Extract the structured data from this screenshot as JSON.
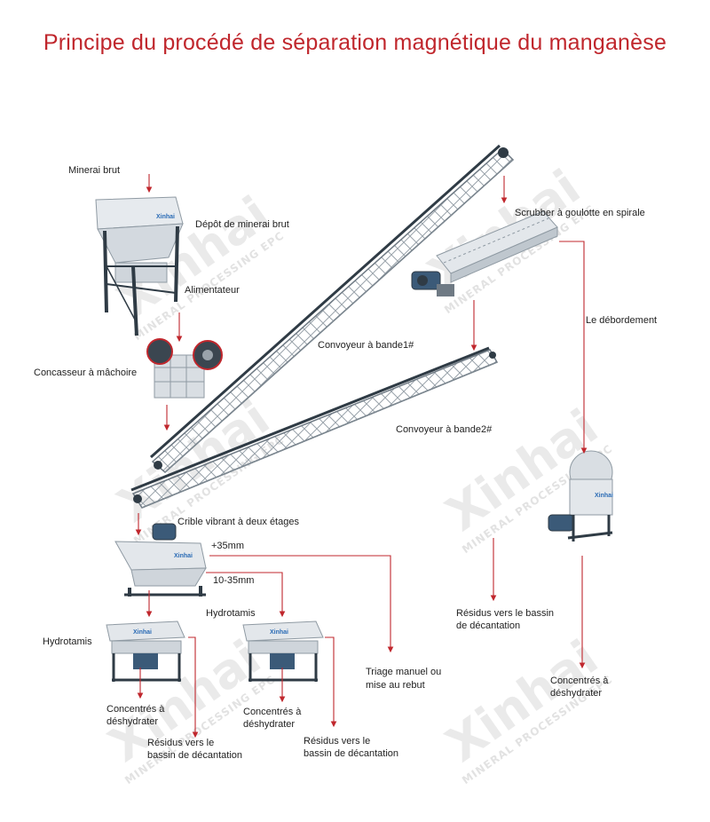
{
  "title": "Principe du procédé de séparation magnétique du manganèse",
  "brand": "Xinhai",
  "watermark": {
    "main": "Xinhai",
    "sub": "MINERAL PROCESSING EPC"
  },
  "colors": {
    "accent": "#c0272d",
    "text": "#222222",
    "brand": "#2a6bb5"
  },
  "labels": {
    "minerai_brut": "Minerai brut",
    "depot": "Dépôt de minerai brut",
    "alimentateur": "Alimentateur",
    "concasseur": "Concasseur à mâchoire",
    "convoyeur1": "Convoyeur à bande1#",
    "scrubber": "Scrubber à goulotte en spirale",
    "debordement": "Le débordement",
    "convoyeur2": "Convoyeur à bande2#",
    "crible": "Crible vibrant à deux étages",
    "plus35": "+35mm",
    "range10_35": "10-35mm",
    "hydrotamis_left": "Hydrotamis",
    "hydrotamis_mid": "Hydrotamis",
    "triage_l1": "Triage manuel ou",
    "triage_l2": "mise au rebut",
    "conc_left_l1": "Concentrés à",
    "conc_left_l2": "déshydrater",
    "conc_mid_l1": "Concentrés à",
    "conc_mid_l2": "déshydrater",
    "res_left_l1": "Résidus vers le",
    "res_left_l2": "bassin de décantation",
    "res_mid_l1": "Résidus vers le",
    "res_mid_l2": "bassin de décantation",
    "res_right_l1": "Résidus vers le bassin",
    "res_right_l2": "de décantation",
    "conc_right_l1": "Concentrés à",
    "conc_right_l2": "déshydrater"
  }
}
